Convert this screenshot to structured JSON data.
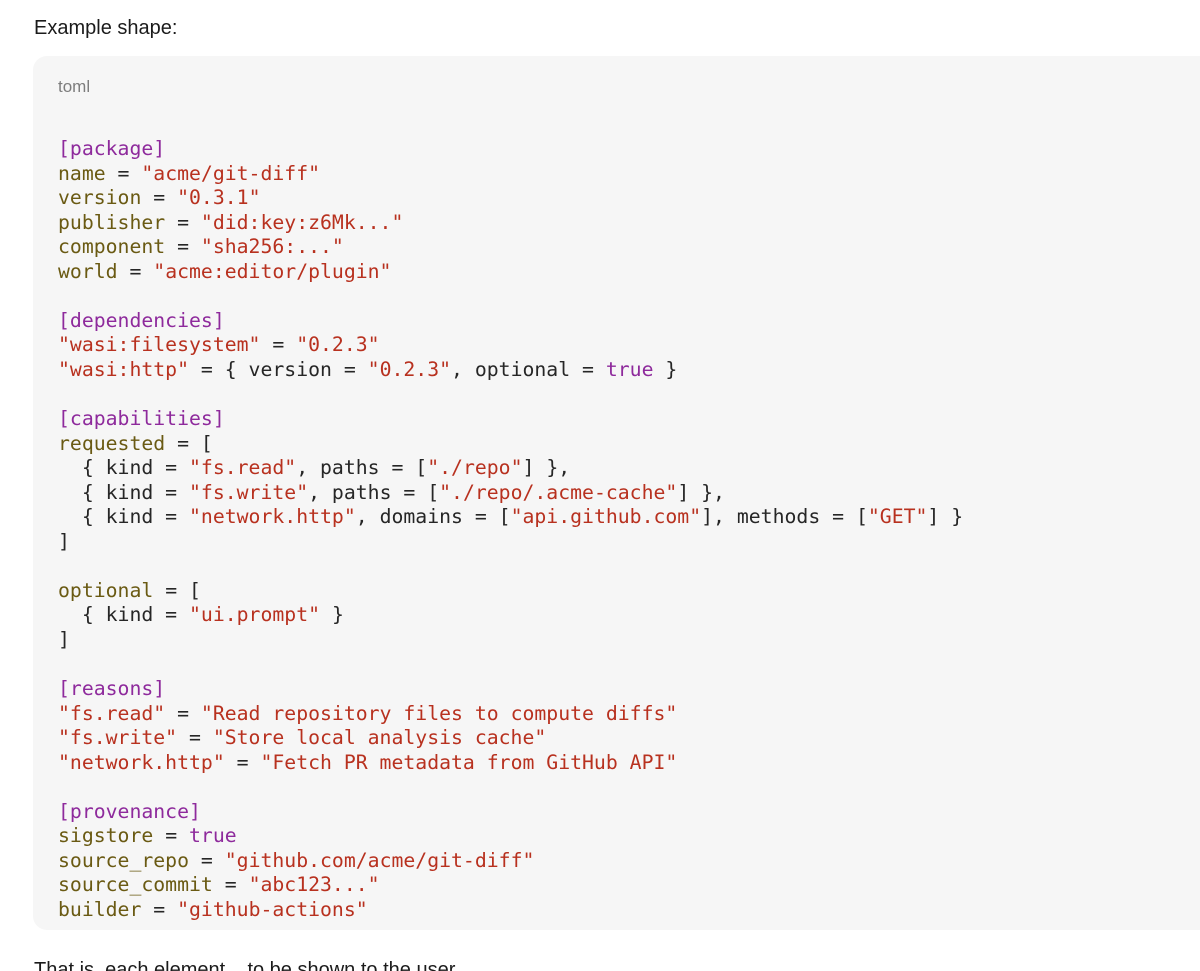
{
  "intro_text": "Example shape:",
  "code_block": {
    "language_label": "toml",
    "lines": [
      [
        {
          "t": "[package]",
          "k": "section"
        }
      ],
      [
        {
          "t": "name",
          "k": "key"
        },
        {
          "t": " = ",
          "k": "plain"
        },
        {
          "t": "\"acme/git-diff\"",
          "k": "string"
        }
      ],
      [
        {
          "t": "version",
          "k": "key"
        },
        {
          "t": " = ",
          "k": "plain"
        },
        {
          "t": "\"0.3.1\"",
          "k": "string"
        }
      ],
      [
        {
          "t": "publisher",
          "k": "key"
        },
        {
          "t": " = ",
          "k": "plain"
        },
        {
          "t": "\"did:key:z6Mk...\"",
          "k": "string"
        }
      ],
      [
        {
          "t": "component",
          "k": "key"
        },
        {
          "t": " = ",
          "k": "plain"
        },
        {
          "t": "\"sha256:...\"",
          "k": "string"
        }
      ],
      [
        {
          "t": "world",
          "k": "key"
        },
        {
          "t": " = ",
          "k": "plain"
        },
        {
          "t": "\"acme:editor/plugin\"",
          "k": "string"
        }
      ],
      [],
      [
        {
          "t": "[dependencies]",
          "k": "section"
        }
      ],
      [
        {
          "t": "\"wasi:filesystem\"",
          "k": "string"
        },
        {
          "t": " = ",
          "k": "plain"
        },
        {
          "t": "\"0.2.3\"",
          "k": "string"
        }
      ],
      [
        {
          "t": "\"wasi:http\"",
          "k": "string"
        },
        {
          "t": " = { version = ",
          "k": "plain"
        },
        {
          "t": "\"0.2.3\"",
          "k": "string"
        },
        {
          "t": ", optional = ",
          "k": "plain"
        },
        {
          "t": "true",
          "k": "bool"
        },
        {
          "t": " }",
          "k": "plain"
        }
      ],
      [],
      [
        {
          "t": "[capabilities]",
          "k": "section"
        }
      ],
      [
        {
          "t": "requested",
          "k": "key"
        },
        {
          "t": " = [",
          "k": "plain"
        }
      ],
      [
        {
          "t": "  { kind = ",
          "k": "plain"
        },
        {
          "t": "\"fs.read\"",
          "k": "string"
        },
        {
          "t": ", paths = [",
          "k": "plain"
        },
        {
          "t": "\"./repo\"",
          "k": "string"
        },
        {
          "t": "] },",
          "k": "plain"
        }
      ],
      [
        {
          "t": "  { kind = ",
          "k": "plain"
        },
        {
          "t": "\"fs.write\"",
          "k": "string"
        },
        {
          "t": ", paths = [",
          "k": "plain"
        },
        {
          "t": "\"./repo/.acme-cache\"",
          "k": "string"
        },
        {
          "t": "] },",
          "k": "plain"
        }
      ],
      [
        {
          "t": "  { kind = ",
          "k": "plain"
        },
        {
          "t": "\"network.http\"",
          "k": "string"
        },
        {
          "t": ", domains = [",
          "k": "plain"
        },
        {
          "t": "\"api.github.com\"",
          "k": "string"
        },
        {
          "t": "], methods = [",
          "k": "plain"
        },
        {
          "t": "\"GET\"",
          "k": "string"
        },
        {
          "t": "] }",
          "k": "plain"
        }
      ],
      [
        {
          "t": "]",
          "k": "plain"
        }
      ],
      [],
      [
        {
          "t": "optional",
          "k": "key"
        },
        {
          "t": " = [",
          "k": "plain"
        }
      ],
      [
        {
          "t": "  { kind = ",
          "k": "plain"
        },
        {
          "t": "\"ui.prompt\"",
          "k": "string"
        },
        {
          "t": " }",
          "k": "plain"
        }
      ],
      [
        {
          "t": "]",
          "k": "plain"
        }
      ],
      [],
      [
        {
          "t": "[reasons]",
          "k": "section"
        }
      ],
      [
        {
          "t": "\"fs.read\"",
          "k": "string"
        },
        {
          "t": " = ",
          "k": "plain"
        },
        {
          "t": "\"Read repository files to compute diffs\"",
          "k": "string"
        }
      ],
      [
        {
          "t": "\"fs.write\"",
          "k": "string"
        },
        {
          "t": " = ",
          "k": "plain"
        },
        {
          "t": "\"Store local analysis cache\"",
          "k": "string"
        }
      ],
      [
        {
          "t": "\"network.http\"",
          "k": "string"
        },
        {
          "t": " = ",
          "k": "plain"
        },
        {
          "t": "\"Fetch PR metadata from GitHub API\"",
          "k": "string"
        }
      ],
      [],
      [
        {
          "t": "[provenance]",
          "k": "section"
        }
      ],
      [
        {
          "t": "sigstore",
          "k": "key"
        },
        {
          "t": " = ",
          "k": "plain"
        },
        {
          "t": "true",
          "k": "bool"
        }
      ],
      [
        {
          "t": "source_repo",
          "k": "key"
        },
        {
          "t": " = ",
          "k": "plain"
        },
        {
          "t": "\"github.com/acme/git-diff\"",
          "k": "string"
        }
      ],
      [
        {
          "t": "source_commit",
          "k": "key"
        },
        {
          "t": " = ",
          "k": "plain"
        },
        {
          "t": "\"abc123...\"",
          "k": "string"
        }
      ],
      [
        {
          "t": "builder",
          "k": "key"
        },
        {
          "t": " = ",
          "k": "plain"
        },
        {
          "t": "\"github-actions\"",
          "k": "string"
        }
      ]
    ]
  },
  "outro_text": "That is, each element... to be shown to the user"
}
